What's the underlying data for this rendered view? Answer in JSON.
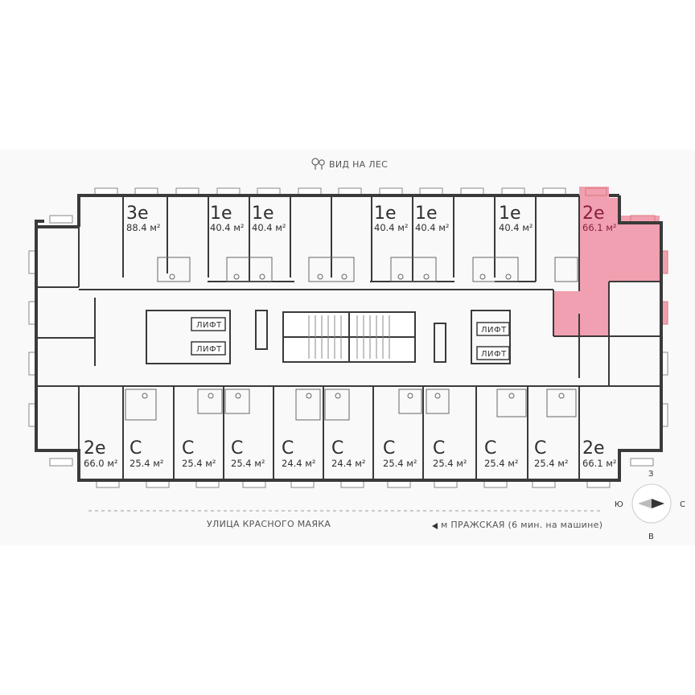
{
  "header": {
    "view_label": "ВИД НА ЛЕС"
  },
  "footer": {
    "street_label": "УЛИЦА КРАСНОГО МАЯКА",
    "metro_label": "м ПРАЖСКАЯ (6 мин. на машине)"
  },
  "lift_label": "ЛИФТ",
  "compass": {
    "n": "З",
    "w": "Ю",
    "e": "С",
    "s": "В"
  },
  "colors": {
    "selected": "#f0a0b0",
    "wall": "#3a3a3a",
    "selected_text": "#8a1f3c"
  },
  "units": [
    {
      "type": "3е",
      "area": "88.4 м²",
      "selected": false
    },
    {
      "type": "1е",
      "area": "40.4 м²",
      "selected": false
    },
    {
      "type": "1е",
      "area": "40.4 м²",
      "selected": false
    },
    {
      "type": "1е",
      "area": "40.4 м²",
      "selected": false
    },
    {
      "type": "1е",
      "area": "40.4 м²",
      "selected": false
    },
    {
      "type": "1е",
      "area": "40.4 м²",
      "selected": false
    },
    {
      "type": "2е",
      "area": "66.1 м²",
      "selected": true
    },
    {
      "type": "2е",
      "area": "66.0 м²",
      "selected": false
    },
    {
      "type": "С",
      "area": "25.4 м²",
      "selected": false
    },
    {
      "type": "С",
      "area": "25.4 м²",
      "selected": false
    },
    {
      "type": "С",
      "area": "25.4 м²",
      "selected": false
    },
    {
      "type": "С",
      "area": "24.4 м²",
      "selected": false
    },
    {
      "type": "С",
      "area": "24.4 м²",
      "selected": false
    },
    {
      "type": "С",
      "area": "25.4 м²",
      "selected": false
    },
    {
      "type": "С",
      "area": "25.4 м²",
      "selected": false
    },
    {
      "type": "С",
      "area": "25.4 м²",
      "selected": false
    },
    {
      "type": "С",
      "area": "25.4 м²",
      "selected": false
    },
    {
      "type": "2е",
      "area": "66.1 м²",
      "selected": false
    }
  ]
}
